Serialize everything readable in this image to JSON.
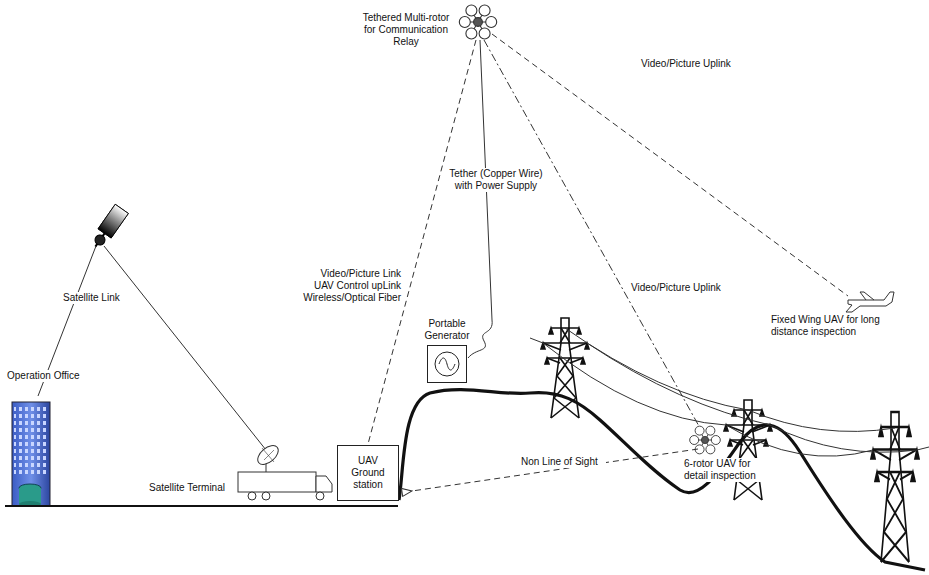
{
  "diagram": {
    "nodes": [
      {
        "text": [
          "UAV Ground station"
        ]
      },
      {
        "text": [
          "Portable Generator"
        ]
      }
    ],
    "labels": [
      "Tethered Multi-rotor for Communication Relay",
      "Satellite Link",
      "Operation Office",
      "Video/Picture Link UAV Control upLink Wireless/Optical Fiber",
      "Tether (Copper Wire) with Power Supply",
      "Video/Picture Uplink",
      "Video/Picture Uplink",
      "Satellite Terminal",
      "Non Line of Sight",
      "6-rotor UAV for detail inspection",
      "Fixed Wing UAV for long distance inspection"
    ]
  }
}
